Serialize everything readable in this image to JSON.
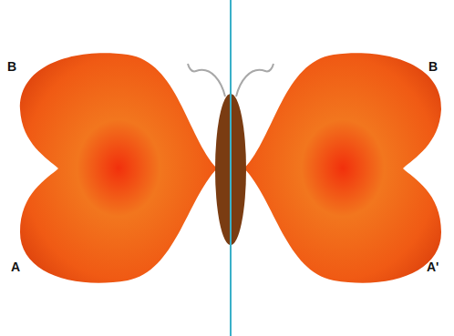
{
  "diagram": {
    "labels": [
      "B",
      "A",
      "B",
      "A'"
    ]
  }
}
